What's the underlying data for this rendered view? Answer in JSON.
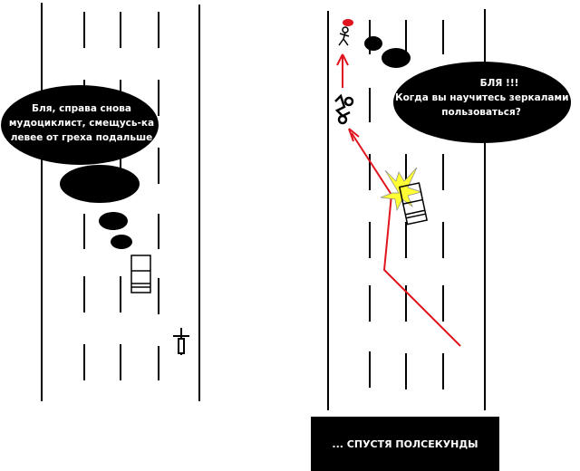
{
  "panel_left": {
    "speech": [
      "Бля, справа снова",
      "мудоциклист, смещусь-ка",
      "левее от греха подальше"
    ]
  },
  "panel_right": {
    "speech": [
      "БЛЯ !!!",
      "Когда вы научитесь зеркалами",
      "пользоваться?"
    ]
  },
  "caption": "... СПУСТЯ ПОЛСЕКУНДЫ",
  "colors": {
    "arrow": "#e0141e",
    "explosion": "#ffff33",
    "hat": "#e0141e"
  }
}
